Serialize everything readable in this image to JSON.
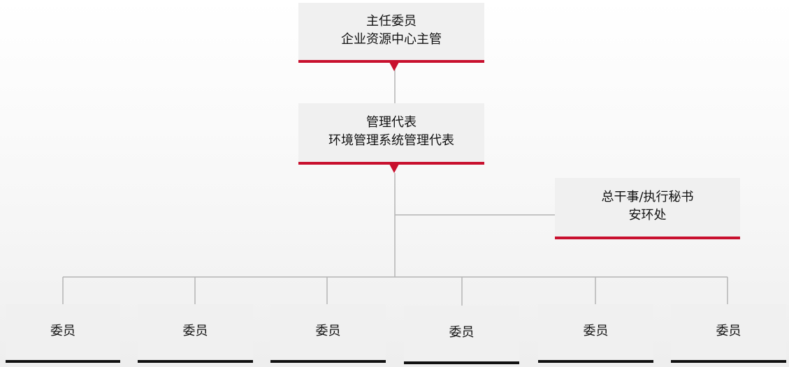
{
  "colors": {
    "accent": "#c8102e",
    "member_bar": "#111111",
    "box_fill": "#f0f0f0",
    "connector": "#b4b4b4"
  },
  "chairman": {
    "title": "主任委员",
    "subtitle": "企业资源中心主管"
  },
  "management_rep": {
    "title": "管理代表",
    "subtitle": "环境管理系统管理代表"
  },
  "secretary": {
    "title": "总干事/执行秘书",
    "subtitle": "安环处"
  },
  "members": [
    {
      "label": "委员"
    },
    {
      "label": "委员"
    },
    {
      "label": "委员"
    },
    {
      "label": "委员"
    },
    {
      "label": "委员"
    },
    {
      "label": "委员"
    }
  ]
}
